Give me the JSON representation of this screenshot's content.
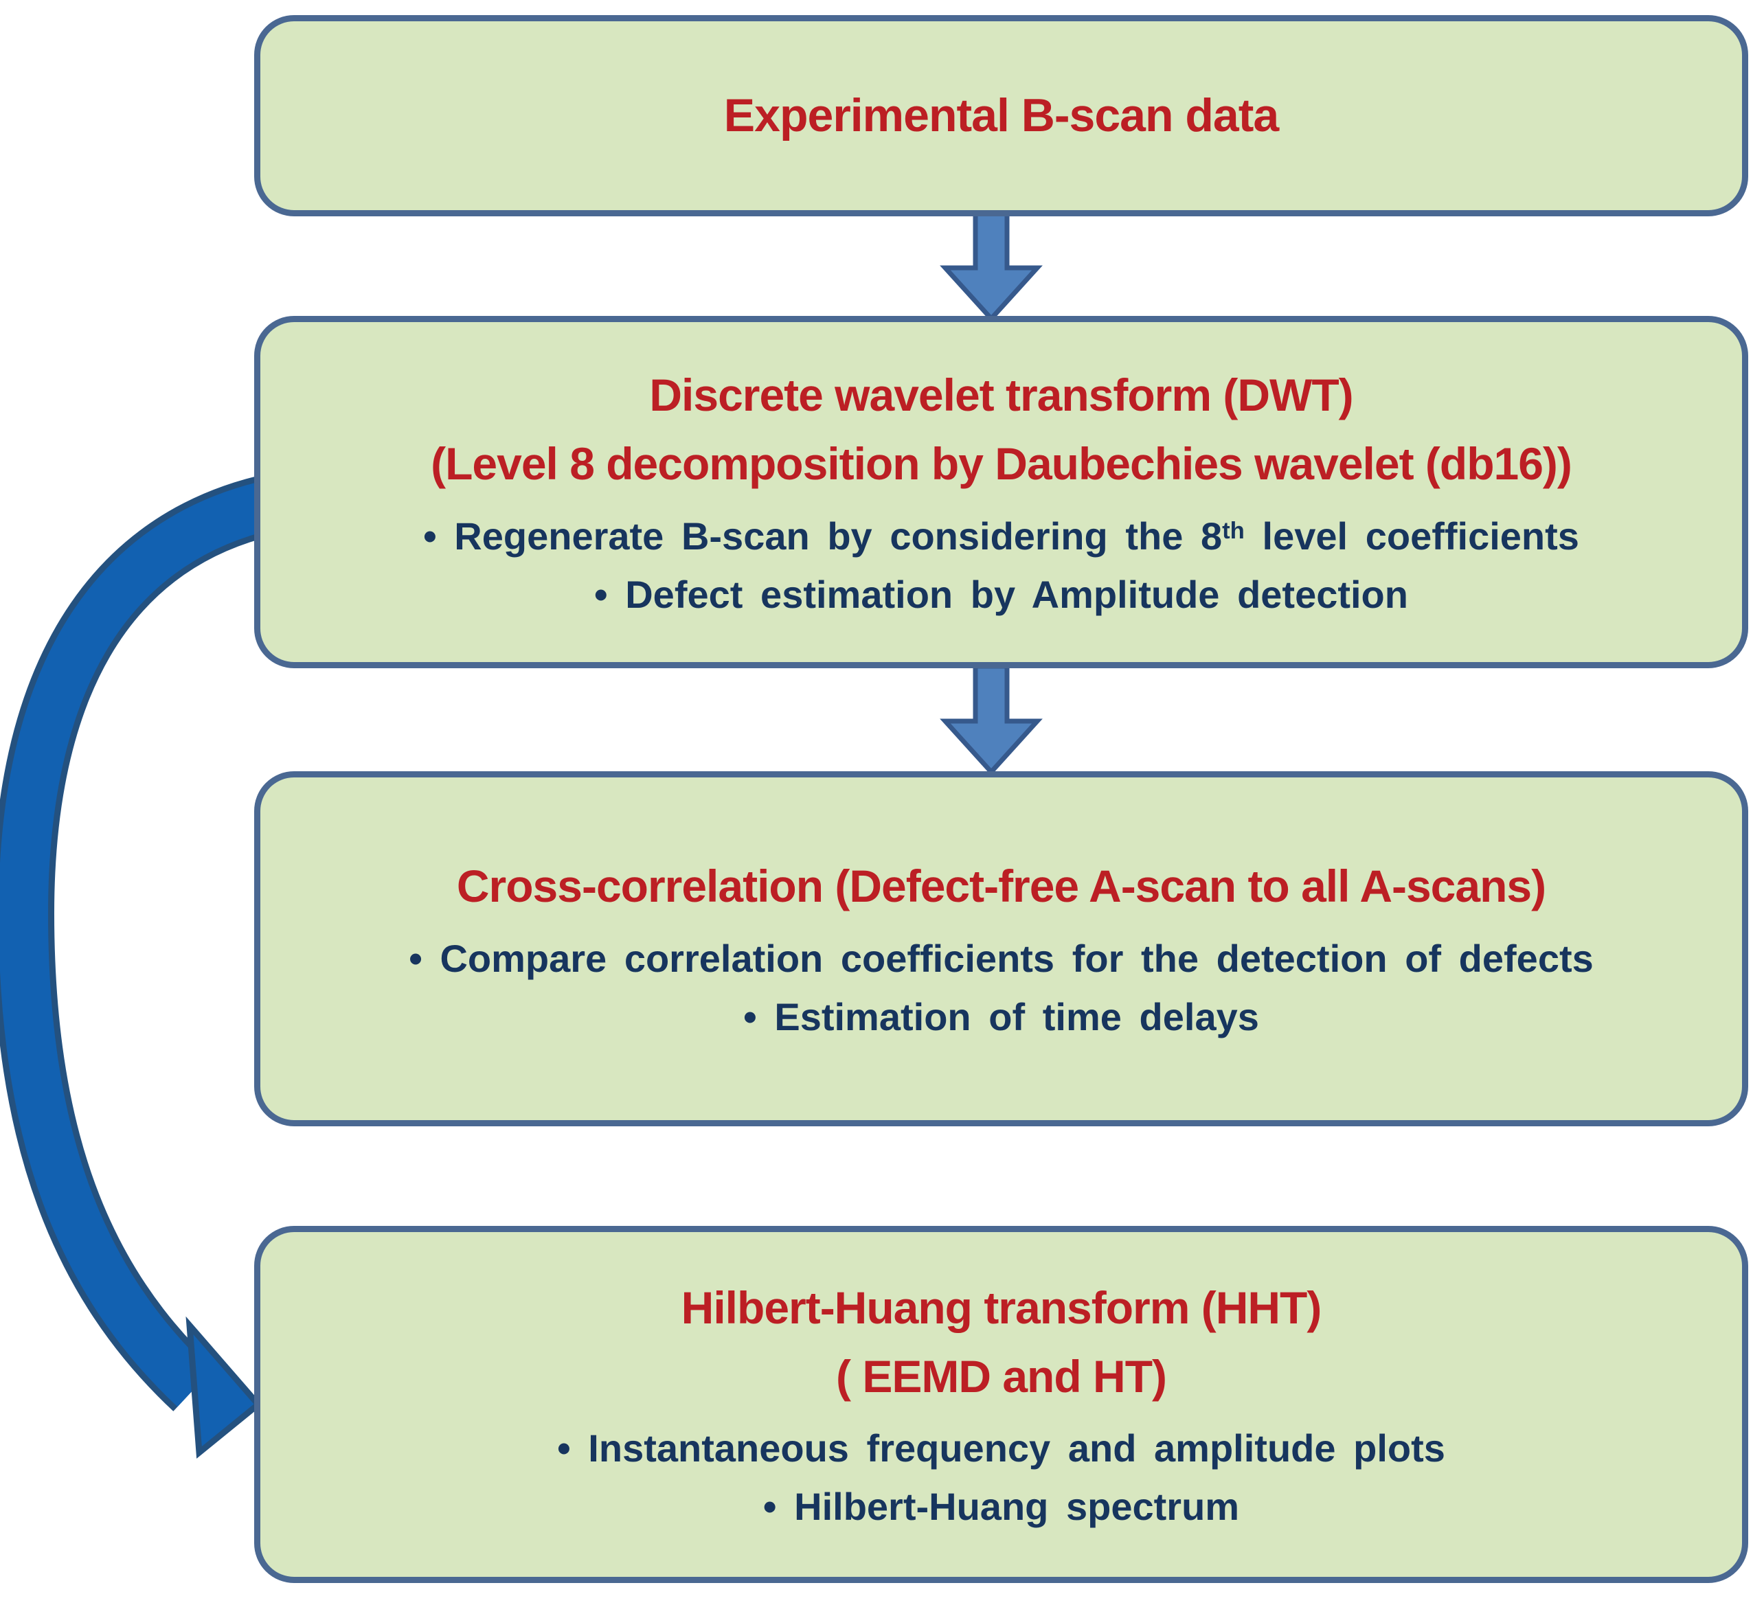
{
  "colors": {
    "box_fill": "#d8e7c0",
    "box_border": "#4a6892",
    "heading_red": "#bc1f24",
    "body_blue": "#17355e",
    "arrow_fill": "#4f81bd",
    "arrow_outline": "#36598c",
    "curve_fill": "#1261b1",
    "curve_outline": "#24517f",
    "page_bg": "#ffffff"
  },
  "boxes": [
    {
      "name": "experimental-bscan-data",
      "title_lines": [
        "Experimental B-scan data"
      ],
      "bullets": []
    },
    {
      "name": "discrete-wavelet-transform",
      "title_lines": [
        "Discrete wavelet transform (DWT)",
        "(Level 8 decomposition by Daubechies wavelet (db16))"
      ],
      "bullets": [
        {
          "pre": "• Regenerate B-scan by considering the 8",
          "sup": "th",
          "post": " level coefficients"
        },
        {
          "pre": "• Defect estimation by Amplitude detection",
          "sup": "",
          "post": ""
        }
      ]
    },
    {
      "name": "cross-correlation",
      "title_lines": [
        "Cross-correlation (Defect-free A-scan to all A-scans)"
      ],
      "bullets": [
        {
          "pre": "• Compare correlation coefficients for the detection of defects",
          "sup": "",
          "post": ""
        },
        {
          "pre": "• Estimation of time delays",
          "sup": "",
          "post": ""
        }
      ]
    },
    {
      "name": "hilbert-huang-transform",
      "title_lines": [
        "Hilbert-Huang transform (HHT)",
        "( EEMD and HT)"
      ],
      "bullets": [
        {
          "pre": "• Instantaneous frequency and amplitude plots",
          "sup": "",
          "post": ""
        },
        {
          "pre": "• Hilbert-Huang spectrum",
          "sup": "",
          "post": ""
        }
      ]
    }
  ],
  "connectors": [
    {
      "name": "arrow-box1-to-box2",
      "type": "straight-down"
    },
    {
      "name": "arrow-box2-to-box3",
      "type": "straight-down"
    },
    {
      "name": "arrow-box2-to-box4",
      "type": "curved-left-bypass"
    }
  ]
}
